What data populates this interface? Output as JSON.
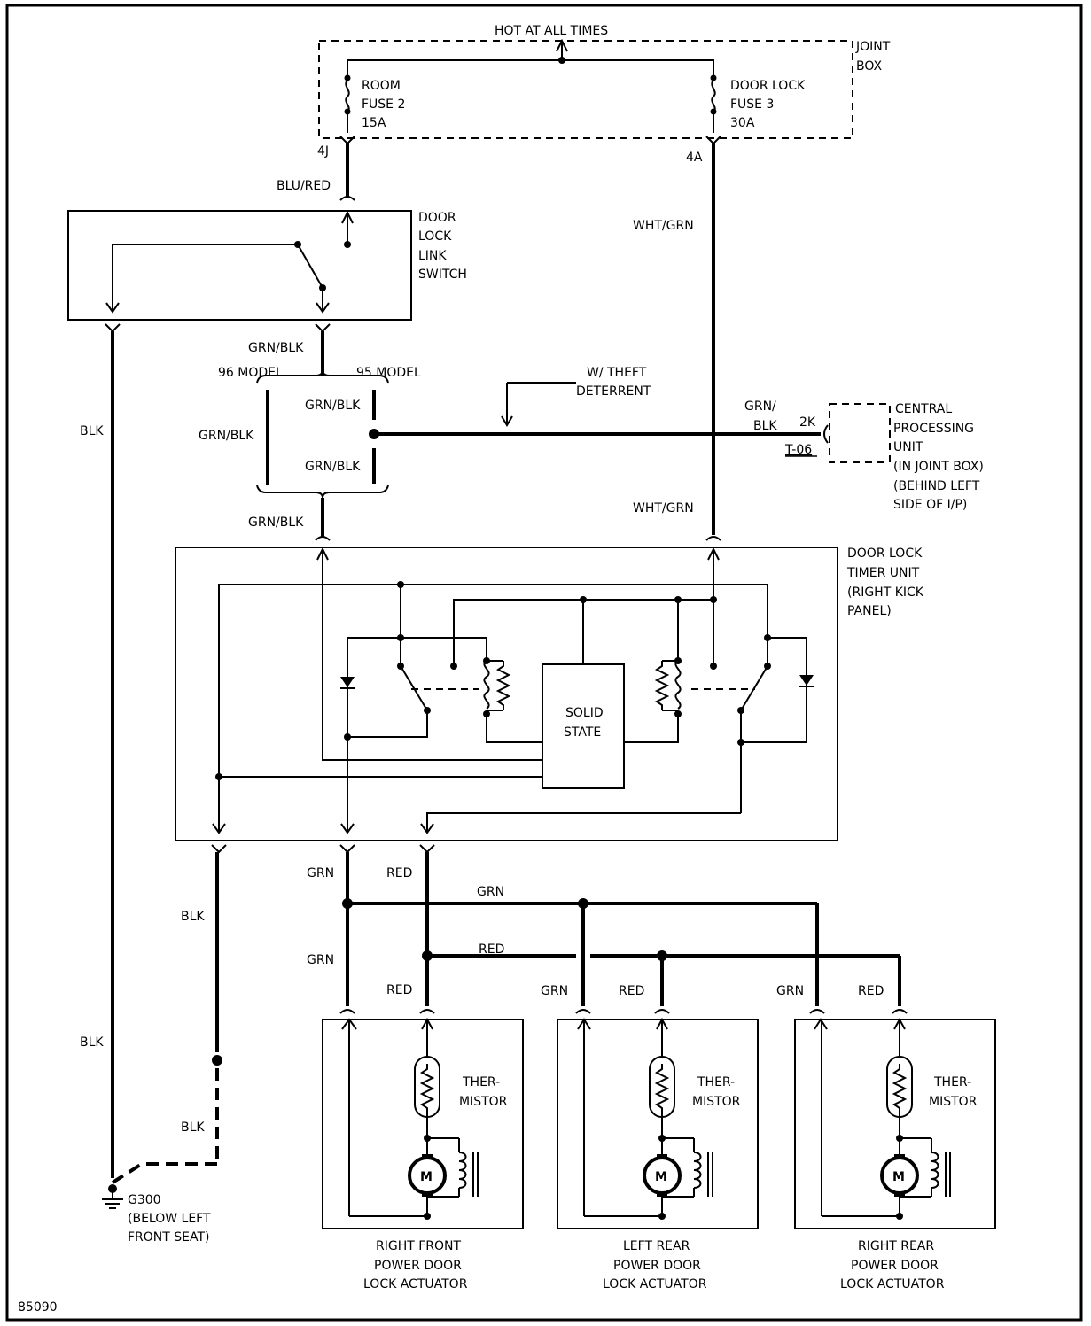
{
  "labels": {
    "hot_at_all_times": "HOT AT ALL TIMES",
    "joint_box": [
      "JOINT",
      "BOX"
    ],
    "room_fuse": [
      "ROOM",
      "FUSE 2",
      "15A"
    ],
    "door_lock_fuse": [
      "DOOR LOCK",
      "FUSE 3",
      "30A"
    ],
    "conn_4j": "4J",
    "conn_4a": "4A",
    "blu_red": "BLU/RED",
    "wht_grn": "WHT/GRN",
    "door_lock_link_switch": [
      "DOOR",
      "LOCK",
      "LINK",
      "SWITCH"
    ],
    "grn_blk": "GRN/BLK",
    "model_96": "96 MODEL",
    "model_95": "95 MODEL",
    "blk": "BLK",
    "theft_deterrent": [
      "W/ THEFT",
      "DETERRENT"
    ],
    "grn_blk_split": [
      "GRN/",
      "BLK"
    ],
    "conn_2k": "2K",
    "t06": "T-06",
    "central_processing_unit": [
      "CENTRAL",
      "PROCESSING",
      "UNIT",
      "(IN JOINT BOX)",
      "(BEHIND LEFT",
      "SIDE OF I/P)"
    ],
    "door_lock_timer_unit": [
      "DOOR LOCK",
      "TIMER UNIT",
      "(RIGHT KICK",
      "PANEL)"
    ],
    "solid_state": [
      "SOLID",
      "STATE"
    ],
    "grn": "GRN",
    "red": "RED",
    "thermistor": [
      "THER-",
      "MISTOR"
    ],
    "motor": "M",
    "ground": [
      "G300",
      "(BELOW LEFT",
      "FRONT SEAT)"
    ],
    "rf_actuator": [
      "RIGHT FRONT",
      "POWER DOOR",
      "LOCK ACTUATOR"
    ],
    "lr_actuator": [
      "LEFT REAR",
      "POWER DOOR",
      "LOCK ACTUATOR"
    ],
    "rr_actuator": [
      "RIGHT REAR",
      "POWER DOOR",
      "LOCK ACTUATOR"
    ],
    "figure_number": "85090"
  }
}
